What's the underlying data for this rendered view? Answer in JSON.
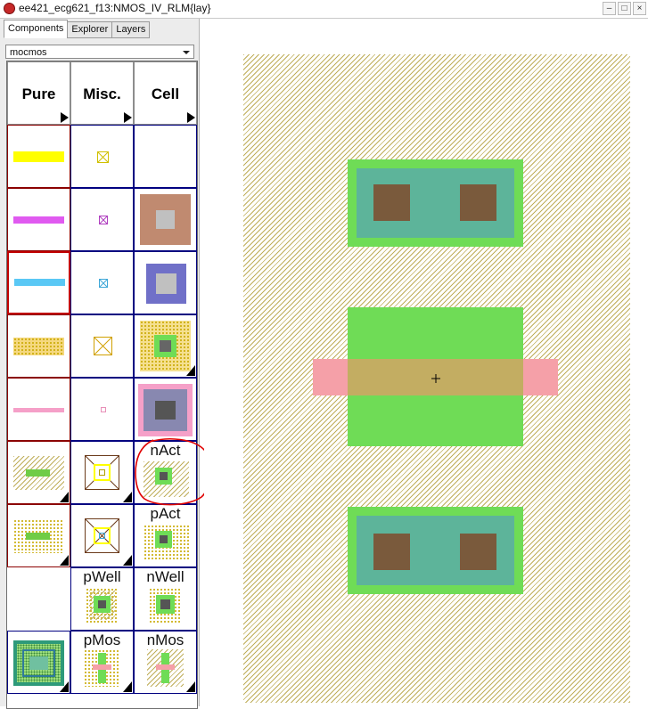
{
  "window": {
    "title": "ee421_ecg621_f13:NMOS_IV_RLM{lay}",
    "buttons": [
      "minimize-button",
      "maximize-button",
      "close-button"
    ]
  },
  "tabs": [
    {
      "label": "Components",
      "active": true
    },
    {
      "label": "Explorer",
      "active": false
    },
    {
      "label": "Layers",
      "active": false
    }
  ],
  "technology": {
    "selected": "mocmos"
  },
  "palette": {
    "headers": [
      "Pure",
      "Misc.",
      "Cell"
    ],
    "cell_labels": {
      "nact": "nAct",
      "pact": "pAct",
      "pwell": "pWell",
      "nwell": "nWell",
      "pmos": "pMos",
      "nmos": "nMos"
    },
    "arc_colors": {
      "metal1": "#ffff00",
      "metal2": "#e05af0",
      "metal3": "#5ac8f5",
      "poly": "#f5a0c8"
    },
    "selected_arc": "metal3"
  },
  "annotation": {
    "circled_item": "nAct",
    "color": "#e00000"
  },
  "canvas": {
    "layers": {
      "well": "#bfae5a",
      "active": "#6fdc56",
      "select": "#5db49a",
      "contact": "#7a5a3c",
      "poly": "#f5a0a8"
    },
    "crosshair": "+"
  }
}
